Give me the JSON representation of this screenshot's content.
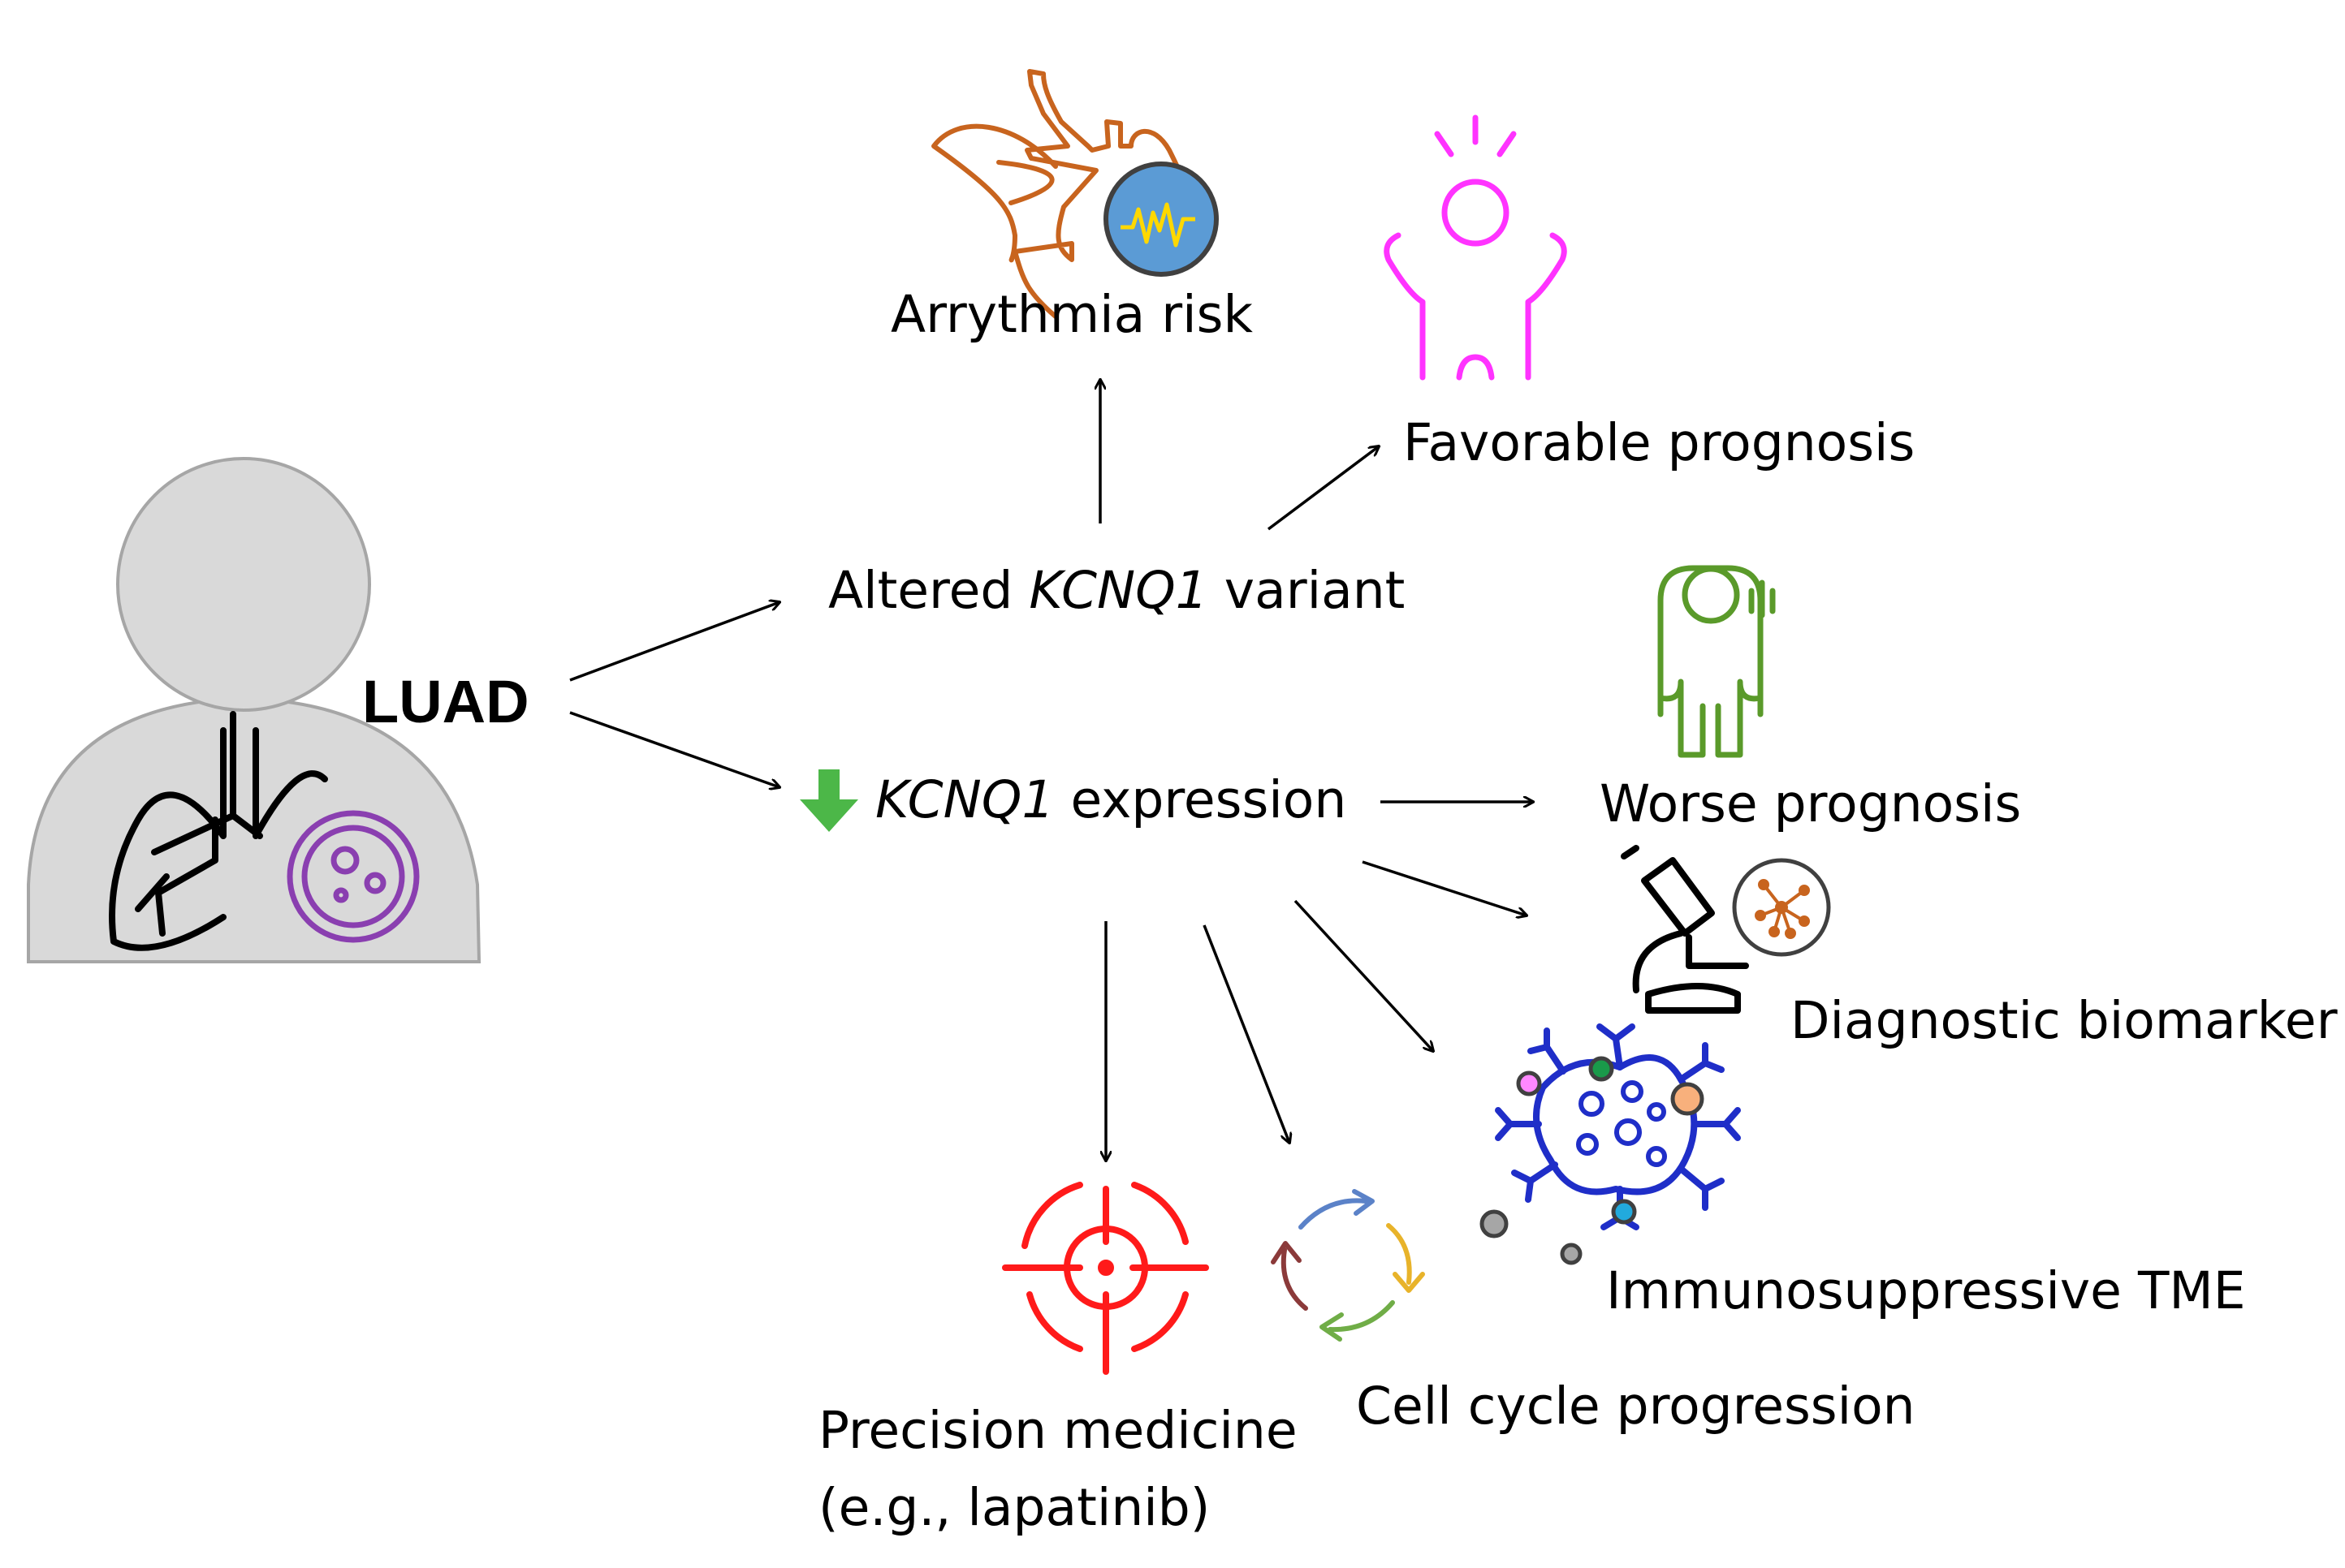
{
  "diagram": {
    "patient_label": "LUAD",
    "altered": {
      "prefix": "Altered ",
      "gene": "KCNQ1",
      "suffix": " variant"
    },
    "expression": {
      "gene": "KCNQ1",
      "suffix": " expression"
    },
    "outcomes": {
      "arrhythmia": "Arrythmia risk",
      "favorable": "Favorable prognosis",
      "worse": "Worse prognosis",
      "biomarker": "Diagnostic biomarker",
      "tme": "Immunosuppressive TME",
      "cell_cycle": "Cell cycle progression",
      "precision_line1": "Precision medicine",
      "precision_line2": "(e.g., lapatinib)"
    }
  },
  "colors": {
    "heart": "#c8641e",
    "monitor": "#5b9bd5",
    "monitor_wave": "#ffd800",
    "favorable_person": "#ff33ff",
    "worse_person": "#5a9a2a",
    "down_arrow": "#4cb748",
    "cell": "#8a3fb0",
    "target": "#ff1a1a",
    "immune_cell": "#1f2ec8",
    "silhouette": "#d9d9d9"
  },
  "icons": [
    "heart-icon",
    "ecg-monitor-icon",
    "happy-person-icon",
    "worried-person-icon",
    "lungs-icon",
    "cancer-cell-icon",
    "microscope-icon",
    "network-icon",
    "target-icon",
    "cycle-icon",
    "immune-cell-icon",
    "down-arrow-icon"
  ]
}
